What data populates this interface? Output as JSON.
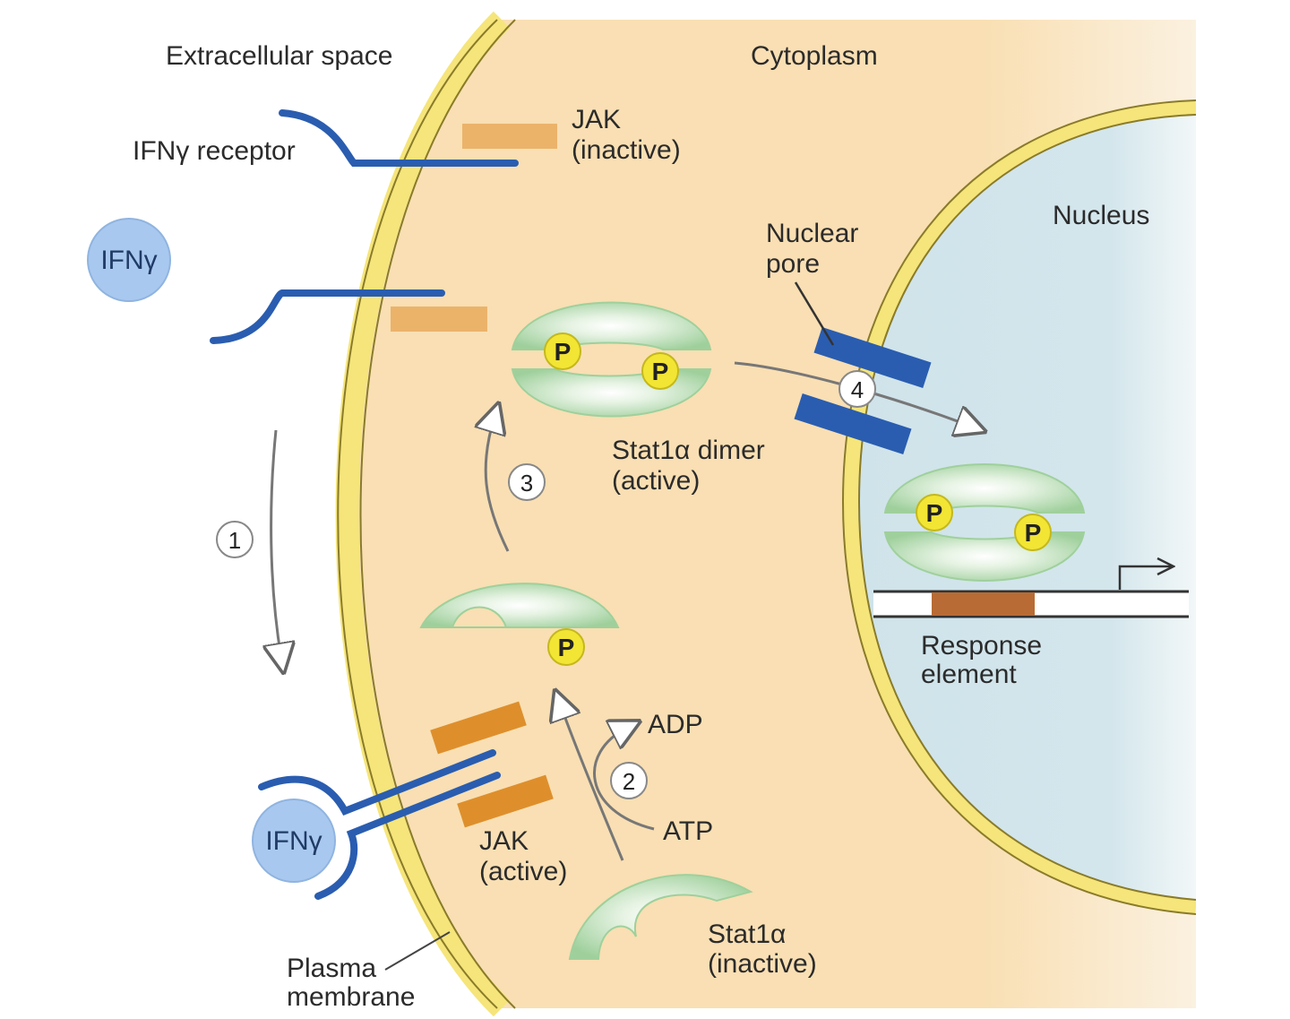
{
  "regions": {
    "extracellular": "Extracellular space",
    "cytoplasm": "Cytoplasm",
    "nucleus": "Nucleus"
  },
  "labels": {
    "receptor": "IFNγ receptor",
    "jak_inactive_line1": "JAK",
    "jak_inactive_line2": "(inactive)",
    "ligand": "IFNγ",
    "nuclear_pore_line1": "Nuclear",
    "nuclear_pore_line2": "pore",
    "dimer_line1": "Stat1α dimer",
    "dimer_line2": "(active)",
    "adp": "ADP",
    "atp": "ATP",
    "jak_active_line1": "JAK",
    "jak_active_line2": "(active)",
    "stat_inactive_line1": "Stat1α",
    "stat_inactive_line2": "(inactive)",
    "membrane_line1": "Plasma",
    "membrane_line2": "membrane",
    "response_line1": "Response",
    "response_line2": "element",
    "phospho": "P"
  },
  "steps": [
    "1",
    "2",
    "3",
    "4"
  ],
  "colors": {
    "cytoplasm": "#f9dfb3",
    "membrane": "#f5e57a",
    "nucleus": "#cfe3ea",
    "receptor": "#2a5db0",
    "jak_inactive": "#ebb36a",
    "jak_active": "#de8f2c",
    "stat": "#a8d8a8",
    "phosphate": "#f3e534",
    "pore": "#2a5db0",
    "response_element": "#b86b34",
    "ligand": "#a9c8ef"
  }
}
